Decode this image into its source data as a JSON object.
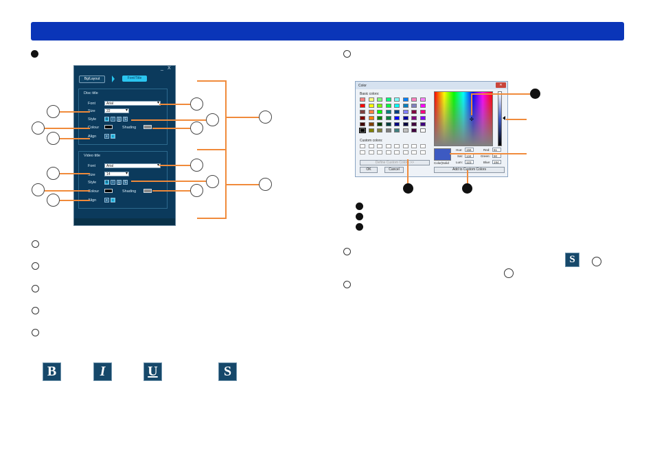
{
  "panel": {
    "window_controls": {
      "minimize": "_",
      "close": "X"
    },
    "tabs": {
      "bg_layout": "Bg/Layout",
      "font_title": "Font/Title"
    },
    "disc_group": {
      "title": "Disc title",
      "font_label": "Font",
      "font_value": "Arial",
      "size_label": "Size",
      "size_value": "22",
      "style_label": "Style",
      "colour_label": "Colour",
      "shading_label": "Shading",
      "align_label": "Align"
    },
    "video_group": {
      "title": "Video title",
      "font_label": "Font",
      "font_value": "Arial",
      "size_label": "Size",
      "size_value": "14",
      "style_label": "Style",
      "colour_label": "Colour",
      "shading_label": "Shading",
      "align_label": "Align"
    },
    "style_buttons": {
      "bold": "B",
      "italic": "I",
      "underline": "U",
      "shadow": "S"
    }
  },
  "color_dialog": {
    "title": "Color",
    "close": "✕",
    "basic_label": "Basic colors:",
    "custom_label": "Custom colors:",
    "define_button": "Define Custom Colors >>",
    "ok_button": "OK",
    "cancel_button": "Cancel",
    "add_button": "Add to Custom Colors",
    "color_solid_label": "Color|Solid",
    "hue_label": "Hue:",
    "hue_value": "156",
    "sat_label": "Sat:",
    "sat_value": "134",
    "lum_label": "Lum:",
    "lum_value": "123",
    "red_label": "Red:",
    "red_value": "61",
    "green_label": "Green:",
    "green_value": "90",
    "blue_label": "Blue:",
    "blue_value": "194",
    "basic_colors": [
      "#ff8080",
      "#ffff80",
      "#80ff80",
      "#00ff80",
      "#80ffff",
      "#0080ff",
      "#ff80c0",
      "#ff80ff",
      "#ff0000",
      "#ffff00",
      "#80ff00",
      "#00ff40",
      "#00ffff",
      "#0080c0",
      "#8080c0",
      "#ff00ff",
      "#804040",
      "#ff8040",
      "#00ff00",
      "#008080",
      "#004080",
      "#8080ff",
      "#800040",
      "#ff0080",
      "#800000",
      "#ff8000",
      "#008000",
      "#008040",
      "#0000ff",
      "#0000a0",
      "#800080",
      "#8000ff",
      "#400000",
      "#804000",
      "#004000",
      "#004040",
      "#000080",
      "#000040",
      "#400040",
      "#400080",
      "#000000",
      "#808000",
      "#808040",
      "#808080",
      "#408080",
      "#c0c0c0",
      "#400040",
      "#ffffff"
    ],
    "solid_color": "#3d5ac2"
  },
  "colors": {
    "topbar": "#0a35b8",
    "callout_line": "#f08a3a"
  }
}
